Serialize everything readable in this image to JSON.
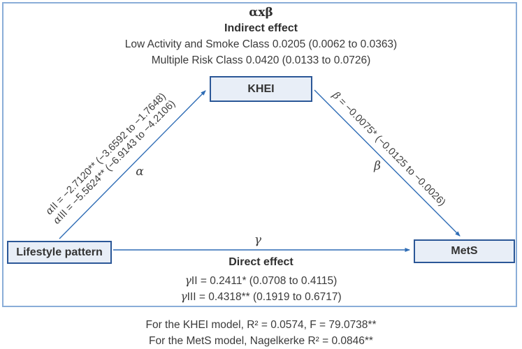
{
  "figure": {
    "indirect": {
      "title": "αxβ",
      "subtitle": "Indirect effect",
      "lines": [
        "Low Activity and Smoke Class 0.0205 (0.0062 to 0.0363)",
        "Multiple Risk Class 0.0420 (0.0133 to 0.0726)"
      ]
    },
    "nodes": {
      "khei": "KHEI",
      "lifestyle": "Lifestyle pattern",
      "mets": "MetS"
    },
    "paths": {
      "alpha": {
        "symbol": "α",
        "lines": [
          {
            "sym": "α",
            "rest": "II = −2.7120** (−3.6592 to −1.7648)"
          },
          {
            "sym": "α",
            "rest": "III = −5.5624** (−6.9143 to −4.2106)"
          }
        ]
      },
      "beta": {
        "symbol": "β",
        "line": {
          "sym": "β",
          "rest": " = −0.0075* (−0.0125 to −0.0026)"
        }
      },
      "gamma": {
        "symbol": "γ"
      }
    },
    "direct": {
      "title": "Direct effect",
      "lines": [
        {
          "sym": "γ",
          "rest": "II = 0.2411* (0.0708 to 0.4115)"
        },
        {
          "sym": "γ",
          "rest": "III = 0.4318** (0.1919 to 0.6717)"
        }
      ]
    }
  },
  "footnotes": [
    "For the KHEI model, R² = 0.0574, F = 79.0738**",
    "For the MetS model, Nagelkerke R² = 0.0846**"
  ],
  "colors": {
    "arrow": "#2e6cb5",
    "box_border": "#2b5797",
    "box_fill": "#e8eef7",
    "frame_border": "#8aadd8",
    "text": "#3a3a3a"
  }
}
